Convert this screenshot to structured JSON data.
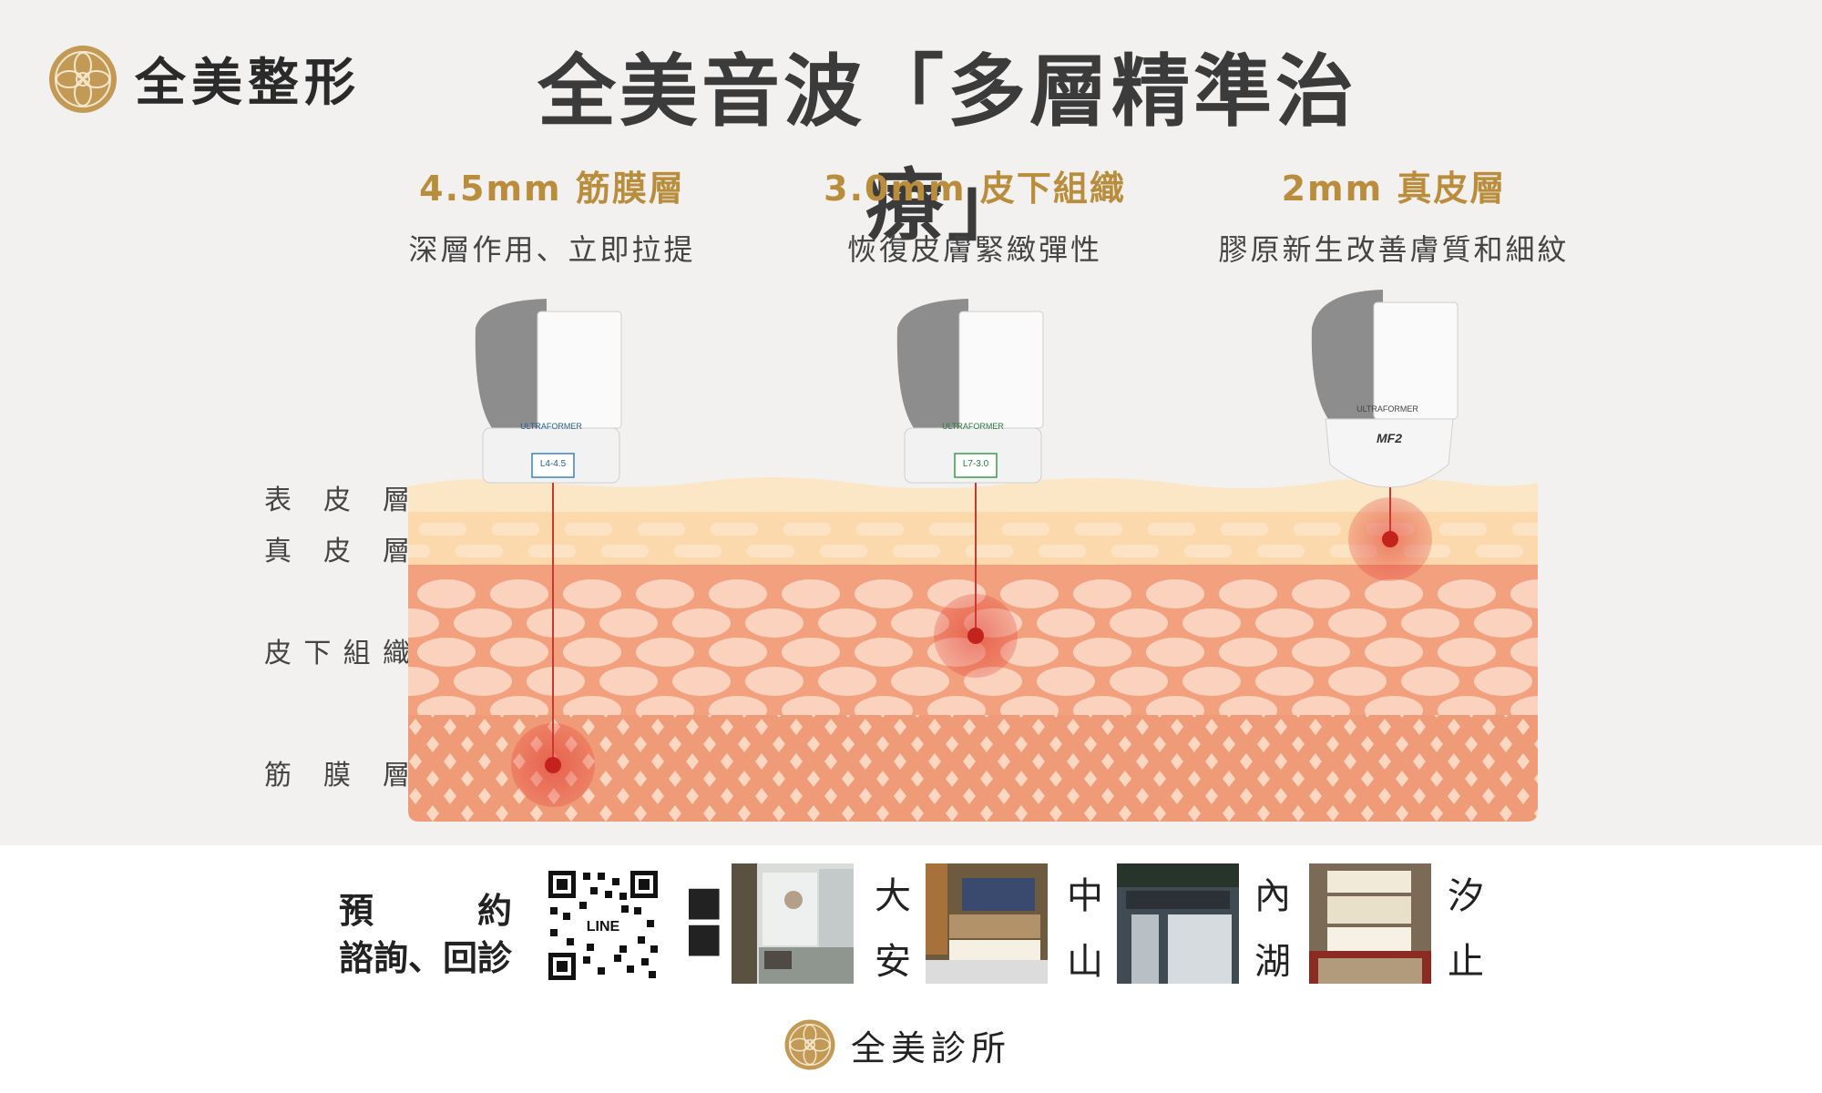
{
  "brand": {
    "name": "全美整形"
  },
  "title": "全美音波「多層精準治療」",
  "columns": [
    {
      "title": "4.5mm 筋膜層",
      "subtitle": "深層作用、立即拉提",
      "device_brand": "ULTRAFORMER",
      "tip_label": "L4-4.5"
    },
    {
      "title": "3.0mm 皮下組織",
      "subtitle": "恢復皮膚緊緻彈性",
      "device_brand": "ULTRAFORMER",
      "tip_label": "L7-3.0"
    },
    {
      "title": "2mm 真皮層",
      "subtitle": "膠原新生改善膚質和細紋",
      "device_brand": "ULTRAFORMER",
      "tip_label": "MF2"
    }
  ],
  "layers": [
    {
      "label": "表皮層"
    },
    {
      "label": "真皮層"
    },
    {
      "label": "皮下組織"
    },
    {
      "label": "筋膜層"
    }
  ],
  "booking": {
    "line1": "預約",
    "line2": "諮詢、回診",
    "qr_label": "LINE"
  },
  "branches": [
    {
      "chars": [
        "大",
        "安"
      ]
    },
    {
      "chars": [
        "中",
        "山"
      ]
    },
    {
      "chars": [
        "內",
        "湖"
      ]
    },
    {
      "chars": [
        "汐",
        "止"
      ]
    }
  ],
  "footer": {
    "name": "全美診所"
  },
  "colors": {
    "gold": "#b98d3c",
    "epidermis": "#fbe7c6",
    "dermis": "#fbd9ad",
    "subcutis": "#f2a07e",
    "fascia": "#f09b78",
    "focus": "#e0332a"
  }
}
